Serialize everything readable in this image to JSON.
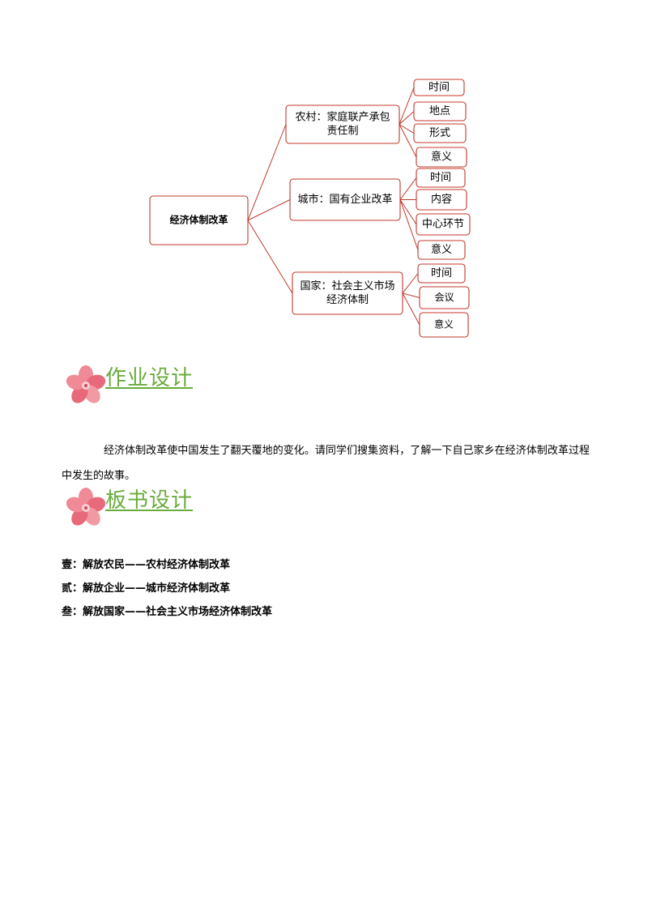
{
  "mindmap": {
    "root": "经济体制改革",
    "branches": [
      {
        "label_lines": [
          "农村：家庭联产承包",
          "责任制"
        ],
        "leaves": [
          "时间",
          "地点",
          "形式",
          "意义"
        ]
      },
      {
        "label_lines": [
          "城市：国有企业改革"
        ],
        "leaves": [
          "时间",
          "内容",
          "中心环节",
          "意义"
        ]
      },
      {
        "label_lines": [
          "国家：社会主义市场",
          "经济体制"
        ],
        "leaves": [
          "时间",
          "会议",
          "意义"
        ]
      }
    ],
    "colors": {
      "stroke": "#c0392b",
      "text": "#000000"
    }
  },
  "homework": {
    "title": "作业设计",
    "text": "经济体制改革使中国发生了翻天覆地的变化。请同学们搜集资料，了解一下自己家乡在经济体制改革过程中发生的故事。"
  },
  "board": {
    "title": "板书设计",
    "items": [
      "壹：解放农民——农村经济体制改革",
      "贰：解放企业——城市经济体制改革",
      "叁：解放国家——社会主义市场经济体制改革"
    ]
  },
  "colors": {
    "title_green": "#6aab3c",
    "flower_pink": "#e8697a"
  }
}
